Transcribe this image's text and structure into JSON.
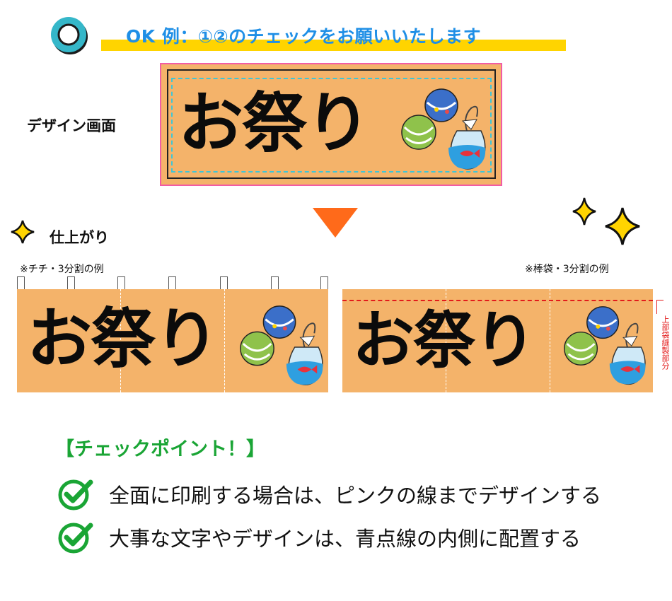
{
  "header": {
    "title": "OK 例：①②のチェックをお願いいたします",
    "accent_color": "#ffd400",
    "ring_color": "#35b7c9"
  },
  "design": {
    "label": "デザイン画面",
    "banner_text": "お祭り",
    "print_border_color": "#f25ca4",
    "safe_line_color": "#3ec6d8",
    "background_color": "#f4b36a"
  },
  "finish": {
    "label": "仕上がり",
    "left_note": "※チチ・3分割の例",
    "right_note": "※棒袋・3分割の例",
    "banner_text": "お祭り",
    "side_note": "上部袋縫製部分",
    "arrow_color": "#ff6a1a"
  },
  "checkpoints": {
    "title": "【チェックポイント！】",
    "items": [
      "全面に印刷する場合は、ピンクの線までデザインする",
      "大事な文字やデザインは、青点線の内側に配置する"
    ],
    "color": "#1aa535"
  },
  "icons": [
    "ok-circle-icon",
    "sparkle-icon",
    "check-icon",
    "water-balloon-icon",
    "goldfish-bag-icon",
    "down-arrow-icon"
  ]
}
